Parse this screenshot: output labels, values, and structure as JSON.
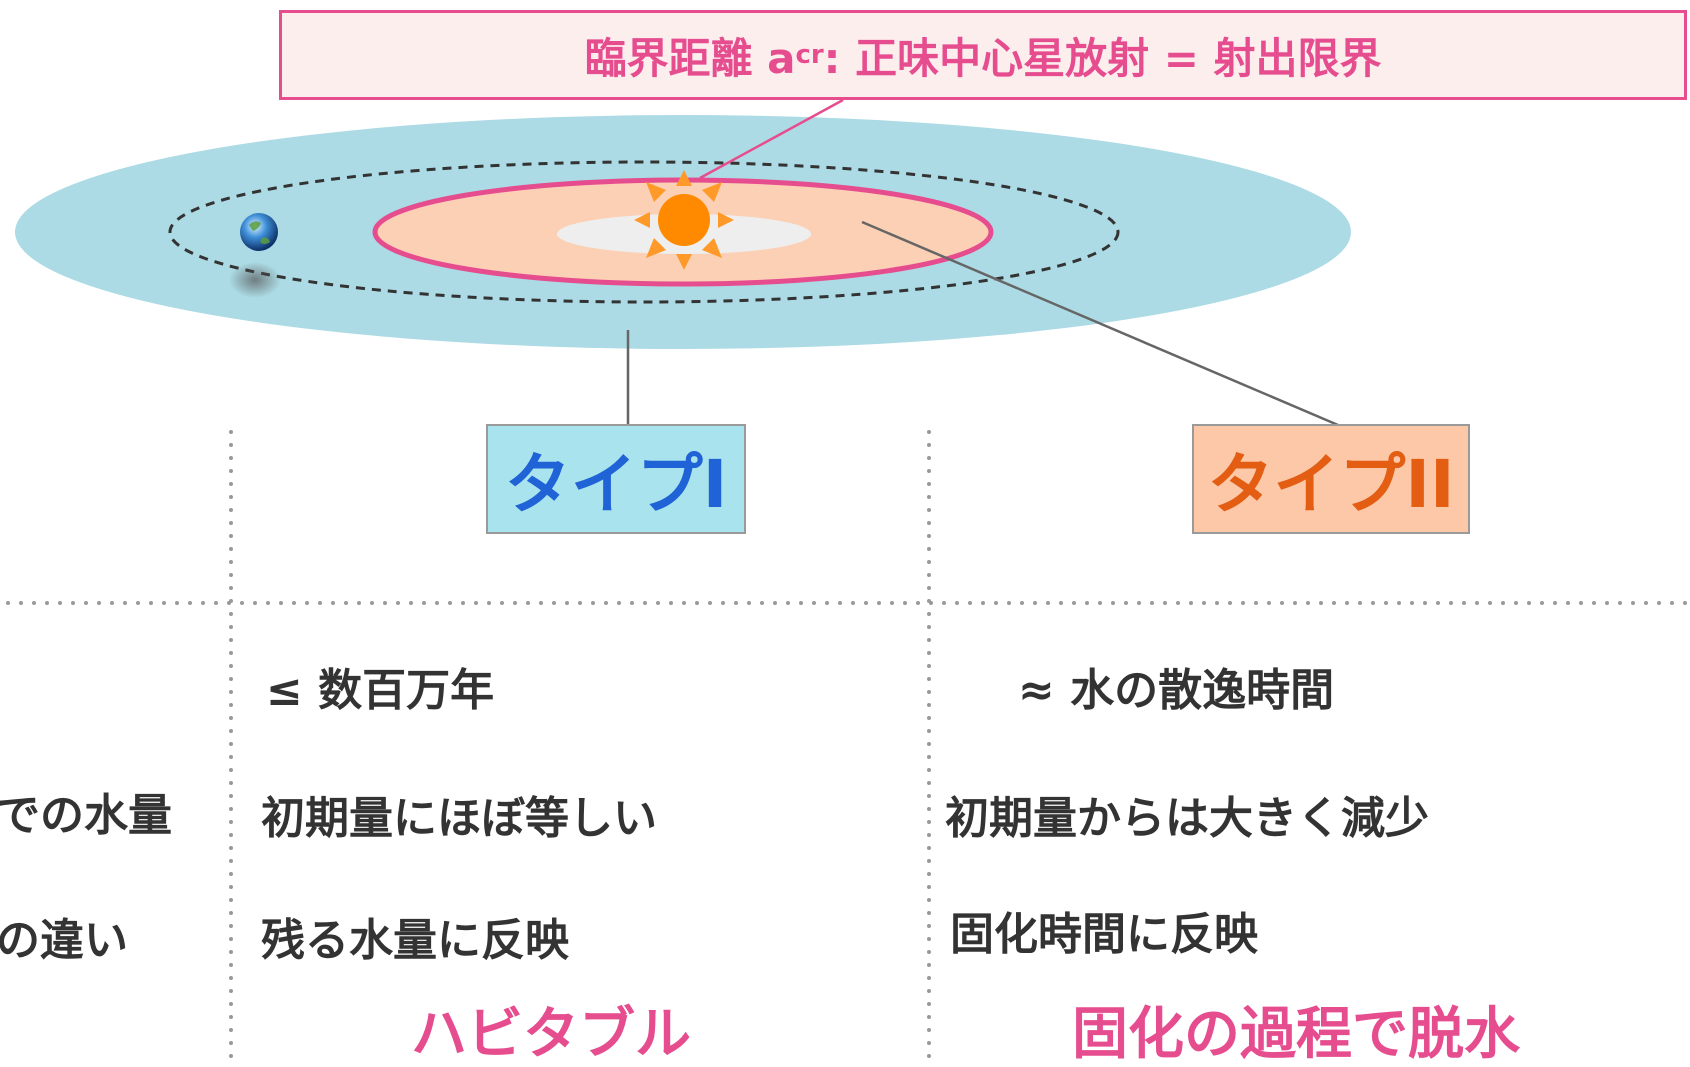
{
  "callout": {
    "prefix": "臨界距離 a",
    "subscript": "cr",
    "suffix": " : 正味中心星放射 = 射出限界"
  },
  "types": {
    "type1": "タイプI",
    "type2": "タイプII"
  },
  "left_labels": [
    "での水量",
    "の違い"
  ],
  "type1_column": {
    "row1": "≤ 数百万年",
    "row2": "初期量にほぼ等しい",
    "row3": "残る水量に反映",
    "conclusion": "ハビタブル"
  },
  "type2_column": {
    "row1": "≈ 水の散逸時間",
    "row2": "初期量からは大きく減少",
    "row3": "固化時間に反映",
    "conclusion": "固化の過程で脱水"
  },
  "colors": {
    "disk": "#acdbe5",
    "inner_zone": "#fcd0b5",
    "critical_ring": "#e64d8f",
    "star": "#ff8a00",
    "type1_box": "#a9e3ee",
    "type2_box": "#fcc8a8",
    "accent_pink": "#e64d8f"
  },
  "icons": {
    "star": "sun-icon",
    "planet": "earth-icon"
  }
}
